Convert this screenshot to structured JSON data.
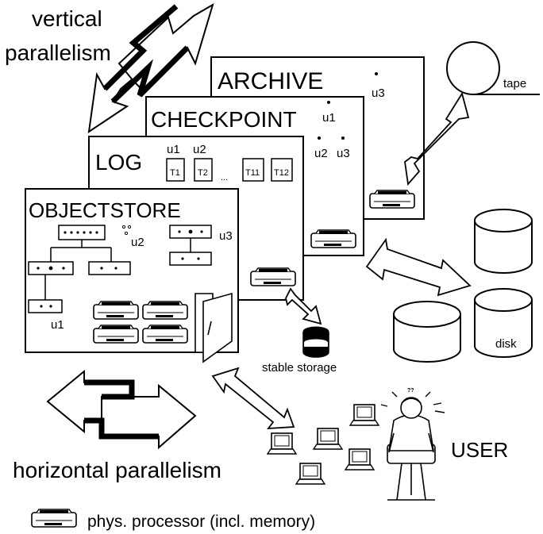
{
  "labels": {
    "vertical": "vertical",
    "parallelism": "parallelism",
    "horizontal_parallelism": "horizontal parallelism",
    "archive": "ARCHIVE",
    "checkpoint": "CHECKPOINT",
    "log": "LOG",
    "objectstore": "OBJECTSTORE",
    "tape": "tape",
    "disk": "disk",
    "stable_storage": "stable storage",
    "user": "USER",
    "legend": "phys. processor (incl. memory)",
    "u1": "u1",
    "u2": "u2",
    "u3": "u3",
    "t1": "T1",
    "t2": "T2",
    "t11": "T11",
    "t12": "T12",
    "ellipsis": "...",
    "marks": "??"
  },
  "icons": [
    "processor-icon",
    "tape-reel-icon",
    "disk-cylinder-icon",
    "stable-storage-icon",
    "terminal-icon",
    "user-figure-icon",
    "double-arrow-icon"
  ]
}
